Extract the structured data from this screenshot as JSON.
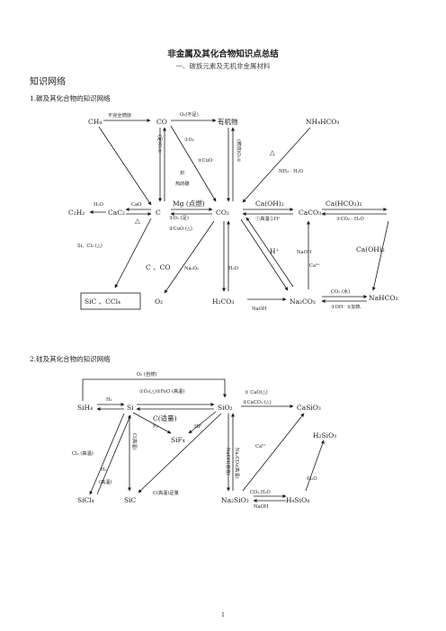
{
  "doc": {
    "title": "非金属及其化合物知识点总结",
    "subtitle": "一、碳族元素及无机非金属材料",
    "section": "知识网络",
    "sub1": "1.碳及其化合物的知识网络",
    "sub2": "2.硅及其化合物的知识网络",
    "page": "1"
  },
  "carbon": {
    "CH4": "CH₄",
    "CO": "CO",
    "organic": "有机物",
    "NH4HCO3": "NH₄HCO₃",
    "C2H2": "C₂H₂",
    "CaC2": "CaC₂",
    "C": "C",
    "Mg_burn": "Mg (点燃)",
    "CO2": "CO₂",
    "CaOH2_top": "Ca(OH)₂",
    "CaCO3": "CaCO₃",
    "CaHCO32": "Ca(HCO₃)₂",
    "SiC_CCl4": "SiC 、CCl₄",
    "O2": "O₂",
    "H2CO3": "H₂CO₃",
    "Na2CO3": "Na₂CO₃",
    "NaHCO3": "NaHCO₃",
    "l_incomplete": "不完全燃烧",
    "l_o2_lack": "O₂(不足)",
    "l_o2": "①O₂",
    "l_cuo": "②CuO",
    "l_left_vert": "(足)O₂①",
    "l_right_vert": "(燃烧)O₂①",
    "l_hot1": "炽",
    "l_hot2": "热的碳",
    "l_delta": "△",
    "l_nh3_h2o": "NH₃ · H₂O",
    "l_h2o": "H₂O",
    "l_cao": "CaO",
    "l_delta2": "△",
    "l_o2_foot": "①O₂ (足)",
    "l_cuo_foot": "②CuO (△)",
    "l_gaowen": "①高温②H⁺",
    "l_co2_h2o": "①CO₂ · H₂O",
    "l_h_plus": "H⁺",
    "l_naoh": "NaOH",
    "l_caoh2_right": "Ca(OH)₂",
    "l_si_cl2": "Si、Cl₂ (△)",
    "l_c_co": "C 、CO",
    "l_na2o2": "Na₂O₂",
    "l_h2o_mid": "H₂O",
    "l_ca2": "Ca²⁺",
    "l_co2_aq": "CO₂ (水)",
    "l_oh_heat": "①OH⁻ ②加热",
    "l_naoh_bottom": "NaOH"
  },
  "silicon": {
    "SiH4": "SiH₄",
    "Si": "Si",
    "SiO2": "SiO₂",
    "CaSiO3": "CaSiO₃",
    "SiF4": "SiF₄",
    "H2SiO3": "H₂SiO₃",
    "SiCl4": "SiCl₄",
    "SiC": "SiC",
    "Na2SiO3": "Na₂SiO₃",
    "H4SiO4": "H₄SiO₄",
    "l_o2_auto": "O₂ (自燃)",
    "l_o2_feo": "①O₂(△)②FeO (高温)",
    "l_h2": "H₂",
    "l_cao": "①   CaO(△)",
    "l_caco3": "②CaCO₃ (△)",
    "l_c_right": "C(适量)",
    "l_f2": "F₂",
    "l_hf": "HF",
    "l_cl2": "Cl₂ (高温)",
    "l_h2_b": "H₂",
    "l_gaowen": "(高温)",
    "l_c_vert": "C(高温)",
    "l_c_excess": "C(高温)足量",
    "l_naoh_vert": "NaOH(溶液)",
    "l_naoh_right": "Na₂CO₃(高温)",
    "l_ca2": "Ca²⁺",
    "l_minus_h2o": "-H₂O",
    "l_co2_h2o": "CO₂,H₂O",
    "l_naoh_bottom": "NaOH"
  }
}
